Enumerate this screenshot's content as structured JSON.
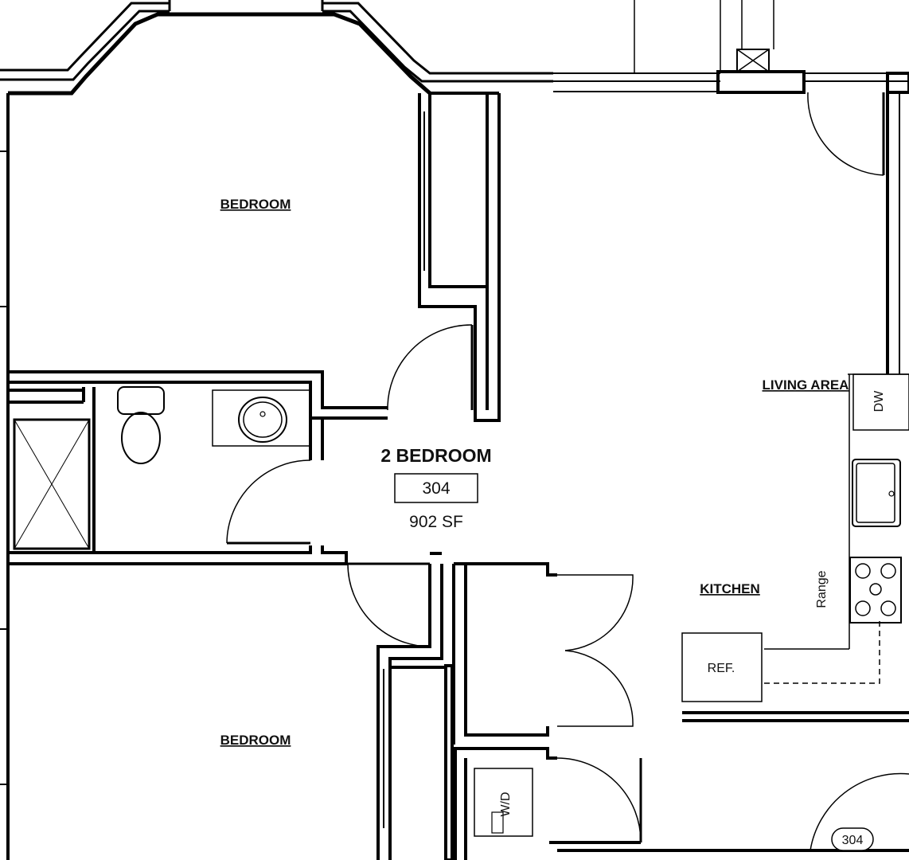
{
  "unit": {
    "type": "2 BEDROOM",
    "number": "304",
    "area": "902 SF",
    "door_tag": "304"
  },
  "rooms": {
    "bedroom_top": "BEDROOM",
    "bedroom_bottom": "BEDROOM",
    "living_area": "LIVING AREA",
    "kitchen": "KITCHEN"
  },
  "fixtures": {
    "dishwasher": "DW",
    "range": "Range",
    "refrigerator": "REF.",
    "washer_dryer": "W/D"
  }
}
